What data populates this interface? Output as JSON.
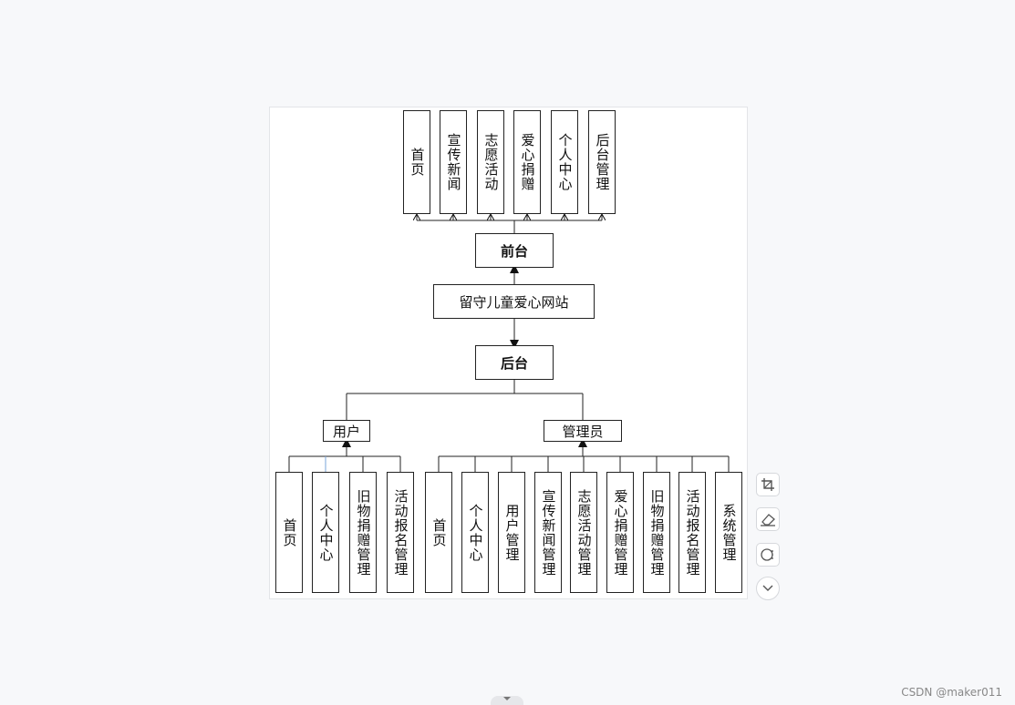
{
  "diagram": {
    "root": "留守儿童爱心网站",
    "front": {
      "label": "前台",
      "children": [
        "首页",
        "宣传新闻",
        "志愿活动",
        "爱心捐赠",
        "个人中心",
        "后台管理"
      ]
    },
    "back": {
      "label": "后台",
      "user": {
        "label": "用户",
        "children": [
          "首页",
          "个人中心",
          "旧物捐赠管理",
          "活动报名管理"
        ]
      },
      "admin": {
        "label": "管理员",
        "children": [
          "首页",
          "个人中心",
          "用户管理",
          "宣传新闻管理",
          "志愿活动管理",
          "爱心捐赠管理",
          "旧物捐赠管理",
          "活动报名管理",
          "系统管理"
        ]
      }
    }
  },
  "toolbar": {
    "icons": [
      "crop-icon",
      "eraser-icon",
      "ocr-icon",
      "chevron-down-icon"
    ]
  },
  "watermark": "CSDN @maker011",
  "colors": {
    "background": "#f7f8fa",
    "line": "#222222",
    "highlight": "#7aa6d8"
  }
}
